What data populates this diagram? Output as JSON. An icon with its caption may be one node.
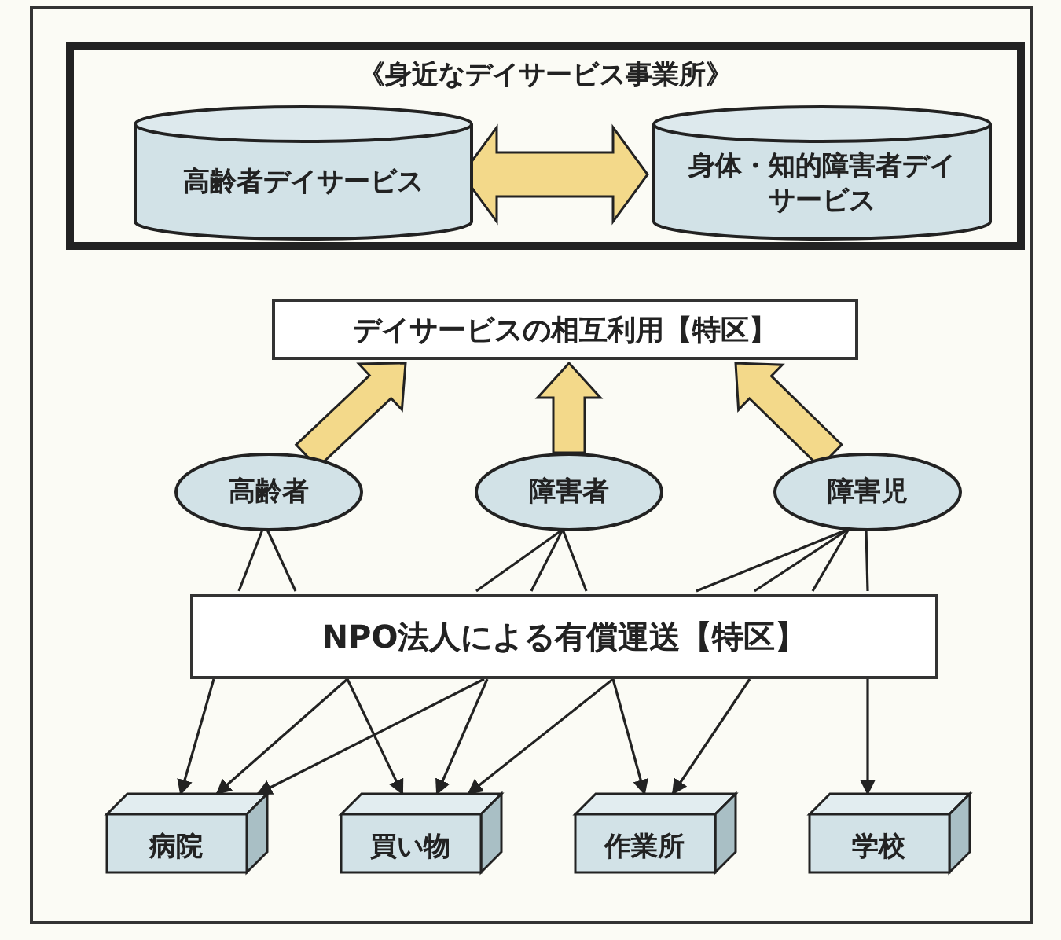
{
  "diagram": {
    "nodes": [
      {
        "text": [
          "《身近なデイサービス事業所》"
        ]
      },
      {
        "text": [
          "高齢者デイサービス"
        ],
        "in": 0
      },
      {
        "text": [
          "身体・知的障害者デイサービス"
        ],
        "in": 0
      },
      {
        "text": [
          "デイサービスの相互利用【特区】"
        ]
      },
      {
        "text": [
          "高齢者"
        ]
      },
      {
        "text": [
          "障害者"
        ]
      },
      {
        "text": [
          "障害児"
        ]
      },
      {
        "text": [
          "NPO法人による有償運送【特区】"
        ]
      },
      {
        "text": [
          "病院"
        ]
      },
      {
        "text": [
          "買い物"
        ]
      },
      {
        "text": [
          "作業所"
        ]
      },
      {
        "text": [
          "学校"
        ]
      }
    ],
    "edges": [
      {
        "from": 1,
        "to": 2,
        "arrow": "both",
        "style": "thick",
        "color": "#f3d98a"
      },
      {
        "from": 4,
        "to": 3,
        "arrow": "to",
        "style": "thick",
        "color": "#f3d98a"
      },
      {
        "from": 5,
        "to": 3,
        "arrow": "to",
        "style": "thick",
        "color": "#f3d98a"
      },
      {
        "from": 6,
        "to": 3,
        "arrow": "to",
        "style": "thick",
        "color": "#f3d98a"
      },
      {
        "from": 4,
        "to": 7,
        "arrow": "none"
      },
      {
        "from": 4,
        "to": 7,
        "arrow": "none"
      },
      {
        "from": 5,
        "to": 7,
        "arrow": "none"
      },
      {
        "from": 5,
        "to": 7,
        "arrow": "none"
      },
      {
        "from": 5,
        "to": 7,
        "arrow": "none"
      },
      {
        "from": 6,
        "to": 7,
        "arrow": "none"
      },
      {
        "from": 6,
        "to": 7,
        "arrow": "none"
      },
      {
        "from": 6,
        "to": 7,
        "arrow": "none"
      },
      {
        "from": 6,
        "to": 7,
        "arrow": "none"
      },
      {
        "from": 7,
        "to": 8,
        "arrow": "to"
      },
      {
        "from": 7,
        "to": 8,
        "arrow": "to"
      },
      {
        "from": 7,
        "to": 8,
        "arrow": "to"
      },
      {
        "from": 7,
        "to": 9,
        "arrow": "to"
      },
      {
        "from": 7,
        "to": 9,
        "arrow": "to"
      },
      {
        "from": 7,
        "to": 9,
        "arrow": "to"
      },
      {
        "from": 7,
        "to": 10,
        "arrow": "to"
      },
      {
        "from": 7,
        "to": 10,
        "arrow": "to"
      },
      {
        "from": 7,
        "to": 11,
        "arrow": "to"
      }
    ]
  }
}
